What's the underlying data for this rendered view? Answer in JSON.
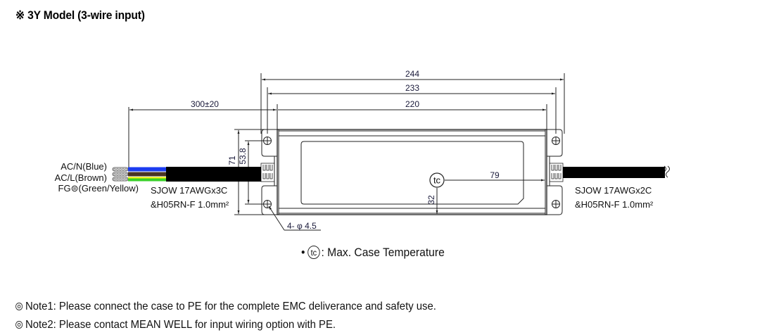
{
  "title": {
    "marker": "※",
    "text": "3Y Model (3-wire input)"
  },
  "dimensions": {
    "overall_length": "244",
    "mount_hole_spacing": "233",
    "case_length": "220",
    "input_cable_length": "300±20",
    "overall_width": "71",
    "mount_hole_width_spacing": "53.8",
    "tc_from_bottom": "32",
    "tc_from_right": "79",
    "mount_holes": "4- φ 4.5"
  },
  "input_wires": [
    {
      "label": "AC/N(Blue)",
      "color": "#1c3cf0"
    },
    {
      "label": "AC/L(Brown)",
      "color": "#4a3424"
    },
    {
      "label": "FG⊜(Green/Yellow)",
      "color": "#3ad12a",
      "stripe": "#f2f200"
    }
  ],
  "input_cable": {
    "line1": "SJOW 17AWGx3C",
    "line2": "&H05RN-F 1.0mm²"
  },
  "output_cable": {
    "line1": "SJOW 17AWGx2C",
    "line2": "&H05RN-F 1.0mm²"
  },
  "tc_symbol": "tc",
  "legend": {
    "bullet": "•",
    "symbol": "tc",
    "text": ": Max. Case Temperature"
  },
  "notes": [
    "Note1: Please connect the case to PE for the complete EMC deliverance and safety use.",
    "Note2: Please contact MEAN WELL for input wiring option with PE."
  ],
  "colors": {
    "dimension_text": "#1a1a3a",
    "line": "#222222",
    "cable": "#000000"
  }
}
